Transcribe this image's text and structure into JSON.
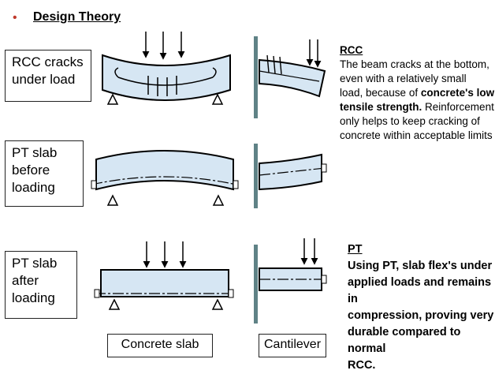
{
  "header": {
    "bullet": "•",
    "title": "Design Theory"
  },
  "labels": {
    "rcc": [
      "RCC cracks",
      "under load"
    ],
    "pt_before": [
      "PT slab",
      "before",
      "loading"
    ],
    "pt_after": [
      "PT slab",
      "after",
      "loading"
    ]
  },
  "rcc_note": {
    "heading": "RCC",
    "line1": "The beam cracks at the bottom,",
    "line2": "even with a relatively small",
    "line3_pre": "load, because of ",
    "line3_bold": "concrete's low",
    "line4_bold": "tensile strength.",
    "line4_post": " Reinforcement",
    "line5": "only  helps to keep cracking of",
    "line6": "concrete within acceptable limits"
  },
  "pt_note": {
    "heading": "PT",
    "line1": "Using PT,  slab flex's under",
    "line2": "applied loads and remains in",
    "line3": "compression, proving very",
    "line4": "durable compared to normal",
    "line5": "RCC."
  },
  "bottom": {
    "concrete": "Concrete slab",
    "cantilever": "Cantilever"
  },
  "colors": {
    "beam_fill": "#d6e6f3",
    "wall": "#5f8286",
    "bullet": "#c0392b"
  }
}
